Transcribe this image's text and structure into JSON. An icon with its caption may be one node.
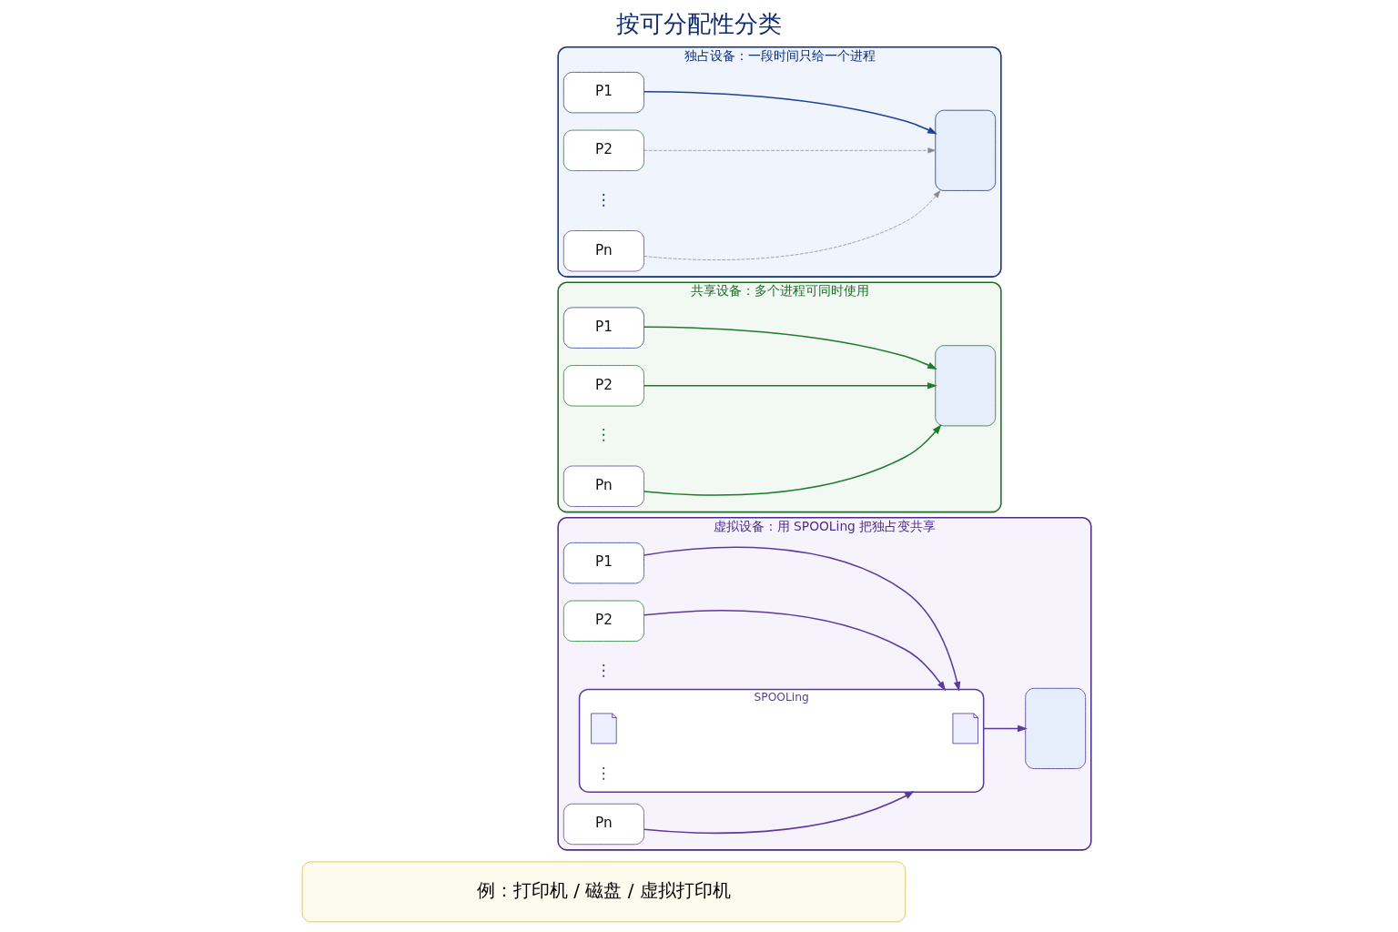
{
  "diagram": {
    "title": "按可分配性分类",
    "nodes": [
      {
        "text": [
          "独占设备：一段时间只给一个进程"
        ]
      },
      {
        "text": [
          "P1"
        ],
        "in": 0
      },
      {
        "text": [
          "P2"
        ],
        "in": 0
      },
      {
        "text": [
          "⋮"
        ],
        "in": 0
      },
      {
        "text": [
          "Pn"
        ],
        "in": 0
      },
      {
        "text": [],
        "shape": "box",
        "in": 0
      },
      {
        "text": [
          "共享设备：多个进程可同时使用"
        ]
      },
      {
        "text": [
          "P1"
        ],
        "in": 6
      },
      {
        "text": [
          "P2"
        ],
        "in": 6
      },
      {
        "text": [
          "⋮"
        ],
        "in": 6
      },
      {
        "text": [
          "Pn"
        ],
        "in": 6
      },
      {
        "text": [],
        "shape": "box",
        "in": 6
      },
      {
        "text": [
          "虚拟设备：用 SPOOLing 把独占变共享"
        ]
      },
      {
        "text": [
          "P1"
        ],
        "in": 12
      },
      {
        "text": [
          "P2"
        ],
        "in": 12
      },
      {
        "text": [
          "⋮"
        ],
        "in": 12
      },
      {
        "text": [
          "Pn"
        ],
        "in": 12
      },
      {
        "text": [
          "SPOOLing"
        ],
        "in": 12
      },
      {
        "text": [],
        "shape": "document",
        "in": 17
      },
      {
        "text": [],
        "shape": "document",
        "in": 17
      },
      {
        "text": [
          "⋮"
        ],
        "in": 17
      },
      {
        "text": [],
        "shape": "box",
        "in": 12
      },
      {
        "text": [
          "例：打印机 / 磁盘 / 虚拟打印机"
        ]
      }
    ],
    "edges": [
      {
        "from": 1,
        "to": 5,
        "arrow": "to",
        "color": "#1f3f99"
      },
      {
        "from": 2,
        "to": 5,
        "arrow": "to",
        "style": "dashed",
        "color": "#8a8a8a"
      },
      {
        "from": 4,
        "to": 5,
        "arrow": "to",
        "style": "dashed",
        "color": "#8a8a8a"
      },
      {
        "from": 7,
        "to": 11,
        "arrow": "to",
        "color": "#1e7a2e"
      },
      {
        "from": 8,
        "to": 11,
        "arrow": "to",
        "color": "#1e7a2e"
      },
      {
        "from": 10,
        "to": 11,
        "arrow": "to",
        "color": "#1e7a2e"
      },
      {
        "from": 13,
        "to": 17,
        "arrow": "to",
        "color": "#5b3a9e"
      },
      {
        "from": 14,
        "to": 17,
        "arrow": "to",
        "color": "#5b3a9e"
      },
      {
        "from": 16,
        "to": 17,
        "arrow": "to",
        "color": "#5b3a9e"
      },
      {
        "from": 17,
        "to": 21,
        "arrow": "to",
        "color": "#5b3a9e"
      }
    ]
  }
}
